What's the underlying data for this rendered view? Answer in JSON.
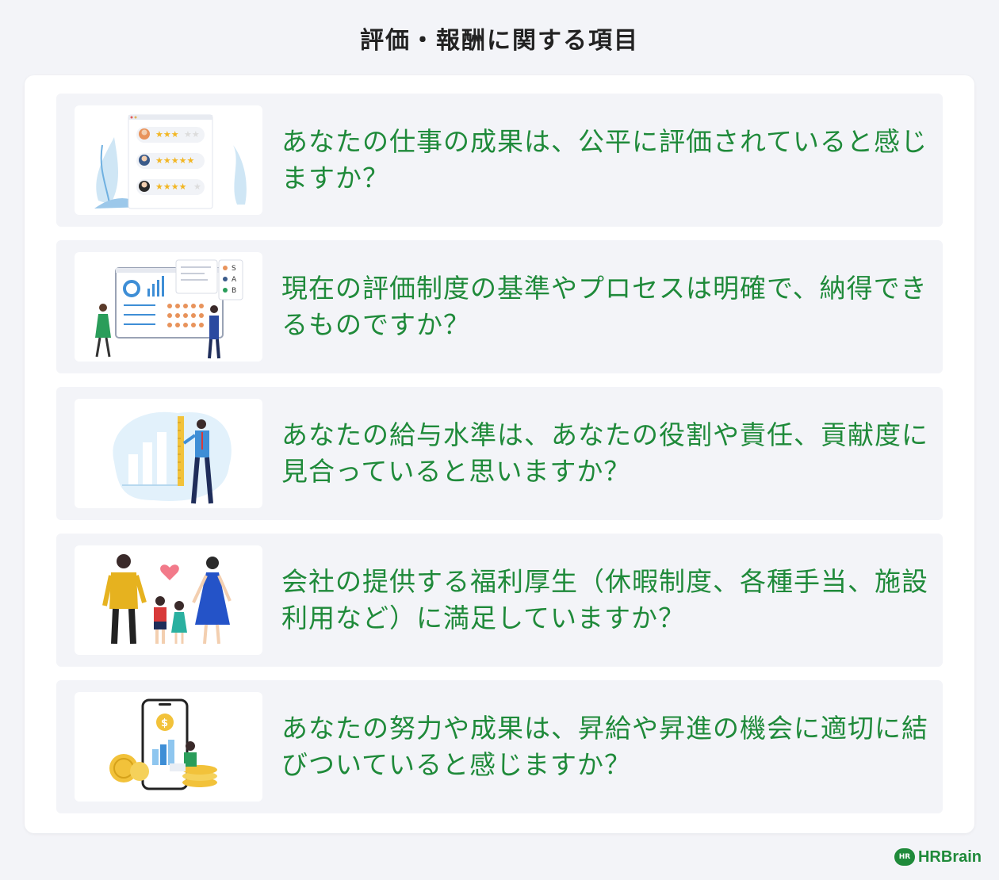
{
  "page": {
    "title": "評価・報酬に関する項目"
  },
  "items": [
    {
      "question": "あなたの仕事の成果は、公平に評価されていると感じますか？",
      "illustration": "rating-stars-illustration"
    },
    {
      "question": "現在の評価制度の基準やプロセスは明確で、納得できるものですか？",
      "illustration": "evaluation-board-illustration",
      "grade_labels": [
        "S",
        "A",
        "B"
      ]
    },
    {
      "question": "あなたの給与水準は、あなたの役割や責任、貢献度に見合っていると思いますか？",
      "illustration": "salary-chart-illustration"
    },
    {
      "question": "会社の提供する福利厚生（休暇制度、各種手当、施設利用など）に満足していますか？",
      "illustration": "family-illustration"
    },
    {
      "question": "あなたの努力や成果は、昇給や昇進の機会に適切に結びついていると感じますか？",
      "illustration": "smartphone-coins-illustration"
    }
  ],
  "brand": {
    "mark": "HR",
    "name": "HRBrain"
  },
  "colors": {
    "accent": "#1f8a3a",
    "item_bg": "#f3f4f8",
    "title": "#222222"
  }
}
